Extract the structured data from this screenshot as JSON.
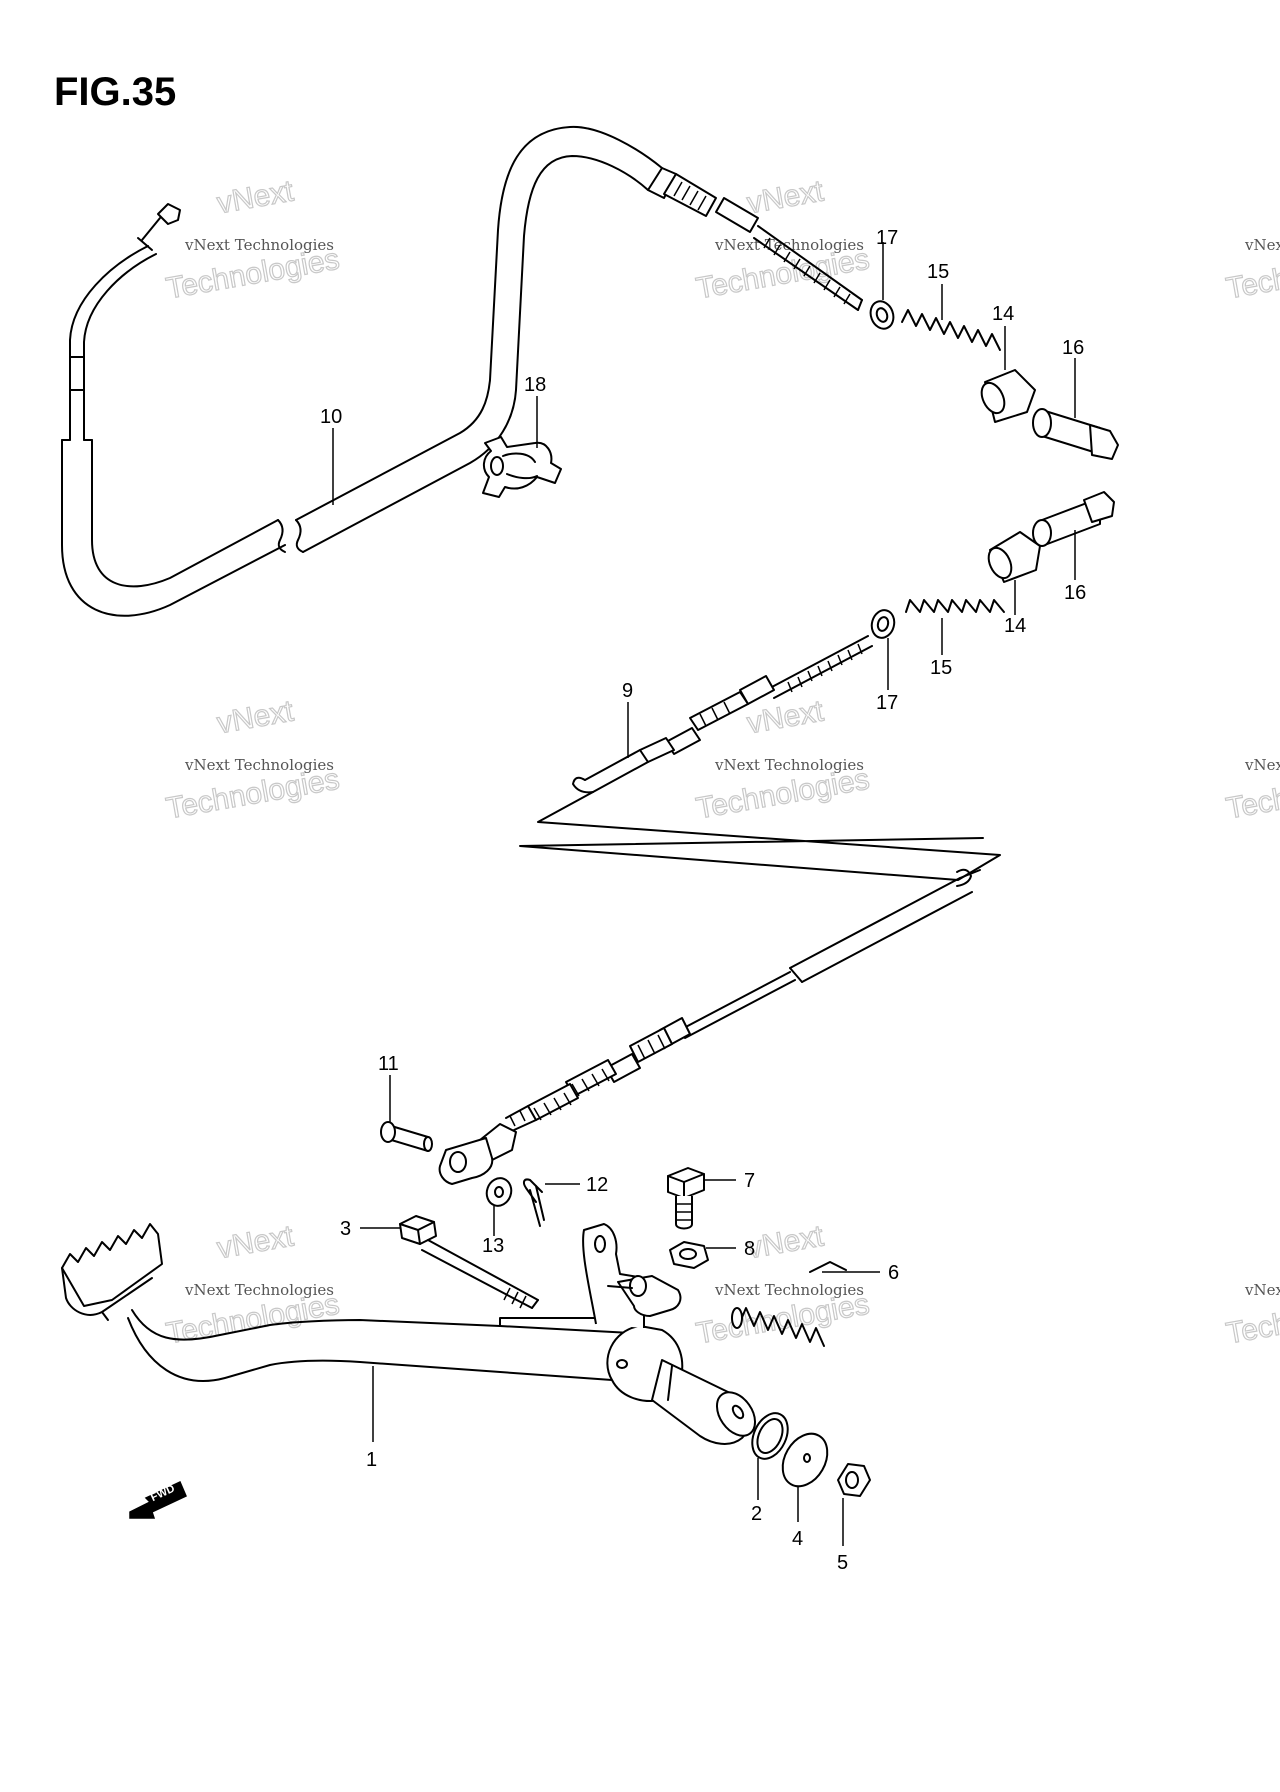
{
  "figure": {
    "title": "FIG.35"
  },
  "watermark": {
    "company": "vNext Technologies",
    "line1": "vNext",
    "line2": "Technologies"
  },
  "fwd_arrow": {
    "label": "FWD"
  },
  "callouts": [
    {
      "id": "1",
      "part": "brake pedal"
    },
    {
      "id": "2",
      "part": "o-ring"
    },
    {
      "id": "3",
      "part": "adjust bolt"
    },
    {
      "id": "4",
      "part": "washer"
    },
    {
      "id": "5",
      "part": "nut"
    },
    {
      "id": "6",
      "part": "return spring"
    },
    {
      "id": "7",
      "part": "bolt"
    },
    {
      "id": "8",
      "part": "nut"
    },
    {
      "id": "9",
      "part": "rear brake cable"
    },
    {
      "id": "10",
      "part": "clutch cable"
    },
    {
      "id": "11",
      "part": "pin"
    },
    {
      "id": "12",
      "part": "cotter pin"
    },
    {
      "id": "13",
      "part": "washer"
    },
    {
      "id": "14",
      "part": "joint"
    },
    {
      "id": "15",
      "part": "spring"
    },
    {
      "id": "16",
      "part": "pin"
    },
    {
      "id": "17",
      "part": "washer"
    },
    {
      "id": "18",
      "part": "clamp"
    }
  ]
}
